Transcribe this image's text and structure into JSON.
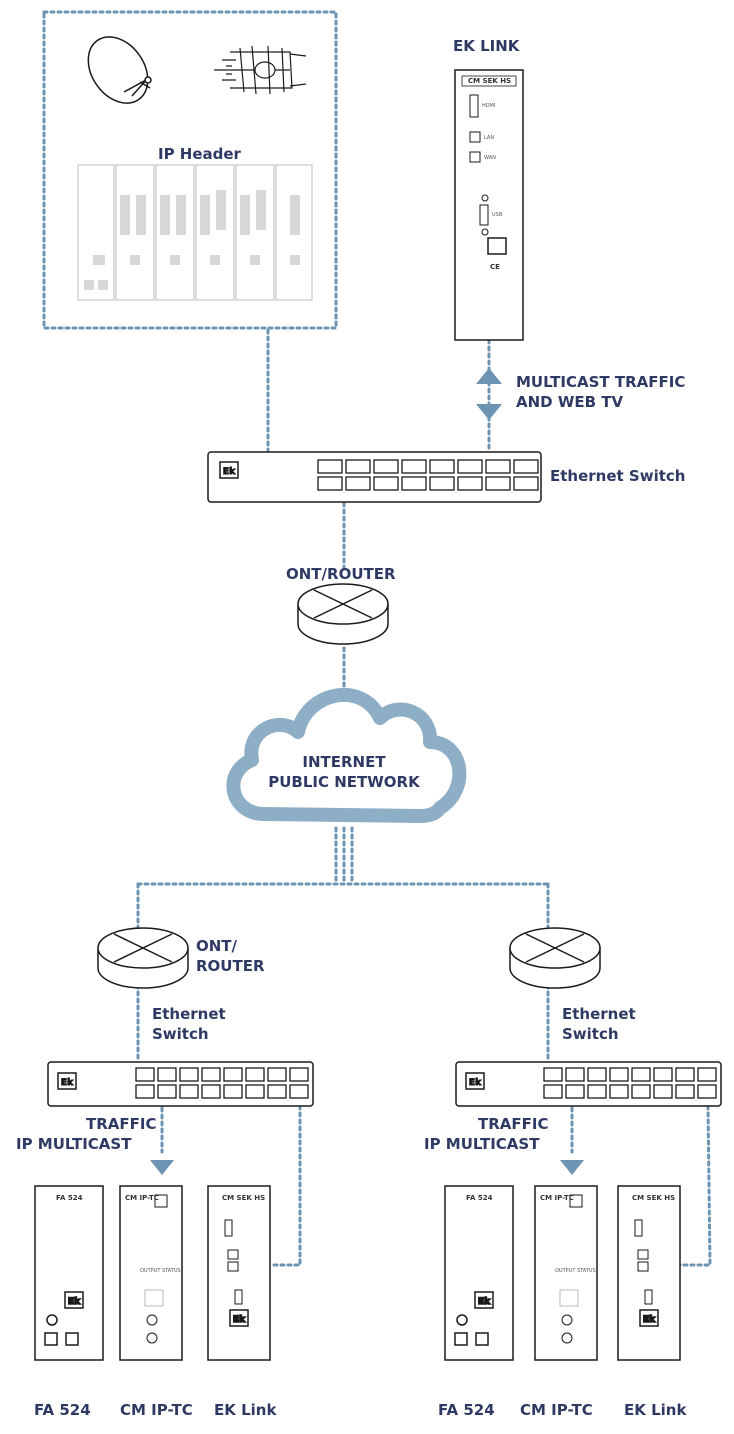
{
  "colors": {
    "accent": "#6d93b3",
    "text": "#2f3a64",
    "cloud": "#8eaec6",
    "device": "#1a1a1a"
  },
  "labels": {
    "ek_link_top": "EK LINK",
    "ip_header": "IP Header",
    "multicast_traffic": "MULTICAST TRAFFIC",
    "and_web_tv": "AND WEB TV",
    "ethernet_switch": "Ethernet Switch",
    "ont_router_top": "ONT/ROUTER",
    "internet": "INTERNET",
    "public_network": "PUBLIC NETWORK",
    "ont_left_1": "ONT/",
    "ont_left_2": "ROUTER",
    "eth_left_1": "Ethernet",
    "eth_left_2": "Switch",
    "eth_right_1": "Ethernet",
    "eth_right_2": "Switch",
    "traffic_left_1": "TRAFFIC",
    "traffic_left_2": "IP MULTICAST",
    "traffic_right_1": "TRAFFIC",
    "traffic_right_2": "IP MULTICAST",
    "bottom_left": [
      "FA 524",
      "CM IP-TC",
      "EK Link"
    ],
    "bottom_right": [
      "FA 524",
      "CM IP-TC",
      "EK Link"
    ]
  },
  "device_text": {
    "cm_sek_hs": "CM SEK HS",
    "fa524": "FA 524",
    "cm_iptc": "CM IP-TC",
    "hdmi": "HDMI",
    "lan": "LAN",
    "wan": "WAN",
    "usb": "USB",
    "output_status": "OUTPUT STATUS",
    "ek_logo": "Ek",
    "ce": "CE"
  }
}
